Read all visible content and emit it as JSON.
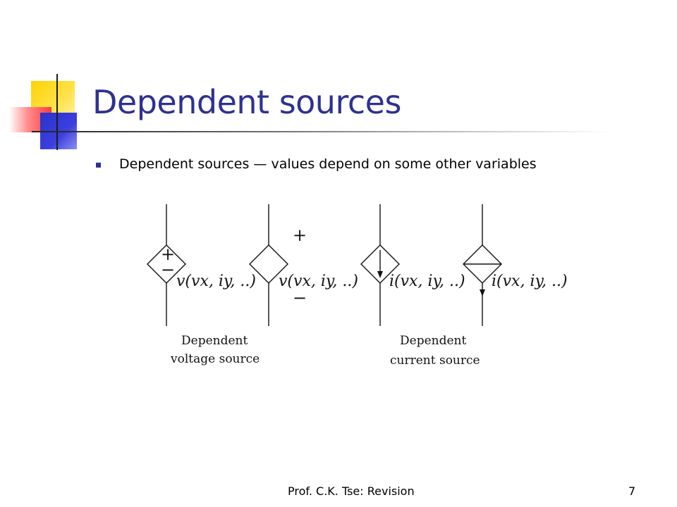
{
  "slide": {
    "title": "Dependent sources",
    "bullet": "Dependent sources — values depend on some other variables",
    "footer": "Prof. C.K. Tse: Revision",
    "page_number": "7"
  },
  "diagram": {
    "plus_sign": "+",
    "minus_sign": "−",
    "label_voltage_1": "v(vx, iy, ..)",
    "label_voltage_2": "v(vx, iy, ..)",
    "label_current_1": "i(vx, iy, ..)",
    "label_current_2": "i(vx, iy, ..)",
    "caption_voltage_line1": "Dependent",
    "caption_voltage_line2": "voltage source",
    "caption_current_line1": "Dependent",
    "caption_current_line2": "current source"
  },
  "colors": {
    "title": "#2e3192",
    "bullet": "#2e3192",
    "accent_yellow": "#ffd200",
    "accent_red": "#ff3c3c",
    "accent_blue": "#2b32c8"
  }
}
